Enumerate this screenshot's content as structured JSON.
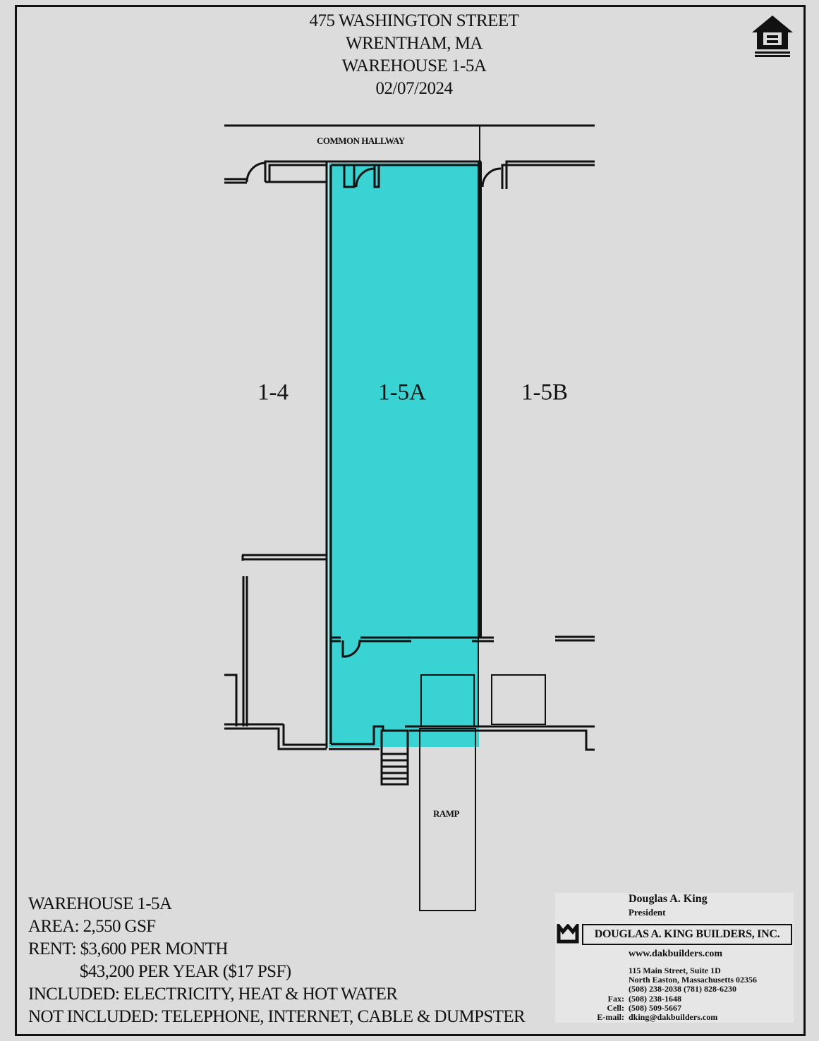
{
  "header": {
    "address_line": "475 WASHINGTON STREET",
    "city_line": "WRENTHAM, MA",
    "unit_line": "WAREHOUSE 1-5A",
    "date": "02/07/2024"
  },
  "logo": {
    "equal_housing_text": "EQUAL HOUSING OPPORTUNITY"
  },
  "floorplan": {
    "hallway_label": "COMMON HALLWAY",
    "units": [
      "1-4",
      "1-5A",
      "1-5B"
    ],
    "ramp_label": "RAMP",
    "highlight_color": "#3ad3d3"
  },
  "info": {
    "unit": "WAREHOUSE 1-5A",
    "area": "AREA: 2,550 GSF",
    "rent_month": "RENT: $3,600 PER MONTH",
    "rent_year": "$43,200 PER YEAR ($17 PSF)",
    "included": "INCLUDED: ELECTRICITY, HEAT & HOT WATER",
    "not_included": "NOT INCLUDED: TELEPHONE, INTERNET, CABLE & DUMPSTER"
  },
  "card": {
    "name": "Douglas A. King",
    "title": "President",
    "company": "DOUGLAS A. KING BUILDERS, INC.",
    "website": "www.dakbuilders.com",
    "address1": "115 Main Street, Suite 1D",
    "address2": "North Easton, Massachusetts 02356",
    "phones": "(508) 238-2038  (781) 828-6230",
    "fax_label": "Fax:",
    "fax": "(508) 238-1648",
    "cell_label": "Cell:",
    "cell": "(508) 509-5667",
    "email_label": "E-mail:",
    "email": "dking@dakbuilders.com"
  }
}
